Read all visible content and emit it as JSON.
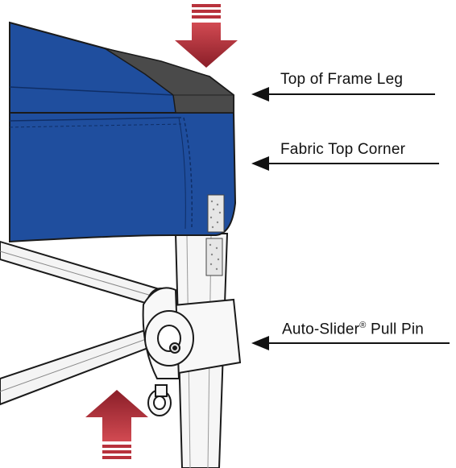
{
  "colors": {
    "canopy_blue": "#1f4e9e",
    "canopy_dark": "#163a7a",
    "corner_gray": "#4a4a4a",
    "frame_light": "#f2f2f2",
    "outline": "#1a1a1a",
    "arrow_red_top": "#c8404a",
    "arrow_red_bottom": "#8a1e28"
  },
  "labels": {
    "top_of_frame_leg": "Top of Frame Leg",
    "fabric_top_corner": "Fabric Top Corner",
    "pull_pin_prefix": "Auto-Slider",
    "pull_pin_mark": "®",
    "pull_pin_suffix": " Pull Pin"
  },
  "icons": {
    "down_arrow": "push-down-arrow-icon",
    "up_arrow": "push-up-arrow-icon",
    "pointer_arrow": "left-pointer-arrow-icon"
  }
}
